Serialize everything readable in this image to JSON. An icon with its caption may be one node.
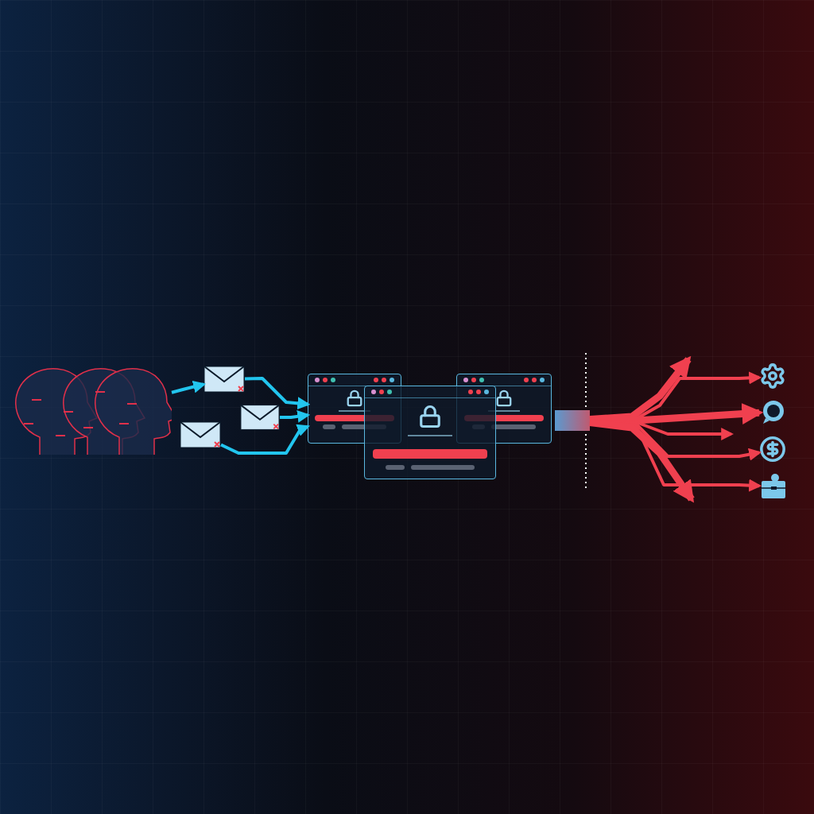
{
  "diagram": {
    "nodes": [
      {
        "text": [],
        "shape": "picture"
      },
      {
        "text": [],
        "shape": "picture"
      },
      {
        "text": [],
        "shape": "picture"
      },
      {
        "text": [],
        "shape": "picture"
      },
      {
        "text": [],
        "shape": "picture"
      },
      {
        "text": [],
        "shape": "picture"
      },
      {
        "text": [],
        "shape": "picture"
      },
      {
        "text": [],
        "shape": "bar"
      },
      {
        "text": [],
        "shape": "picture"
      },
      {
        "text": [],
        "shape": "picture"
      },
      {
        "text": [],
        "shape": "picture"
      },
      {
        "text": [],
        "shape": "picture"
      }
    ],
    "edges": [
      {
        "from": 0,
        "to": 1,
        "arrow": "to",
        "color": "#22c5ee"
      },
      {
        "from": 1,
        "to": 4,
        "arrow": "to",
        "color": "#22c5ee"
      },
      {
        "from": 3,
        "to": 4,
        "arrow": "to",
        "color": "#22c5ee"
      },
      {
        "from": 2,
        "to": 4,
        "arrow": "to",
        "color": "#22c5ee"
      },
      {
        "from": 7,
        "to": null,
        "arrow": "to",
        "style": "thick",
        "color": "#f0404f"
      },
      {
        "from": 7,
        "to": 8,
        "arrow": "to",
        "color": "#f0404f"
      },
      {
        "from": 7,
        "to": 9,
        "arrow": "to",
        "style": "thick",
        "color": "#f0404f"
      },
      {
        "from": 7,
        "to": null,
        "arrow": "to",
        "color": "#f0404f"
      },
      {
        "from": 7,
        "to": 10,
        "arrow": "to",
        "color": "#f0404f"
      },
      {
        "from": 7,
        "to": 11,
        "arrow": "to",
        "color": "#f0404f"
      },
      {
        "from": 7,
        "to": null,
        "arrow": "to",
        "style": "thick",
        "color": "#f0404f"
      }
    ]
  }
}
